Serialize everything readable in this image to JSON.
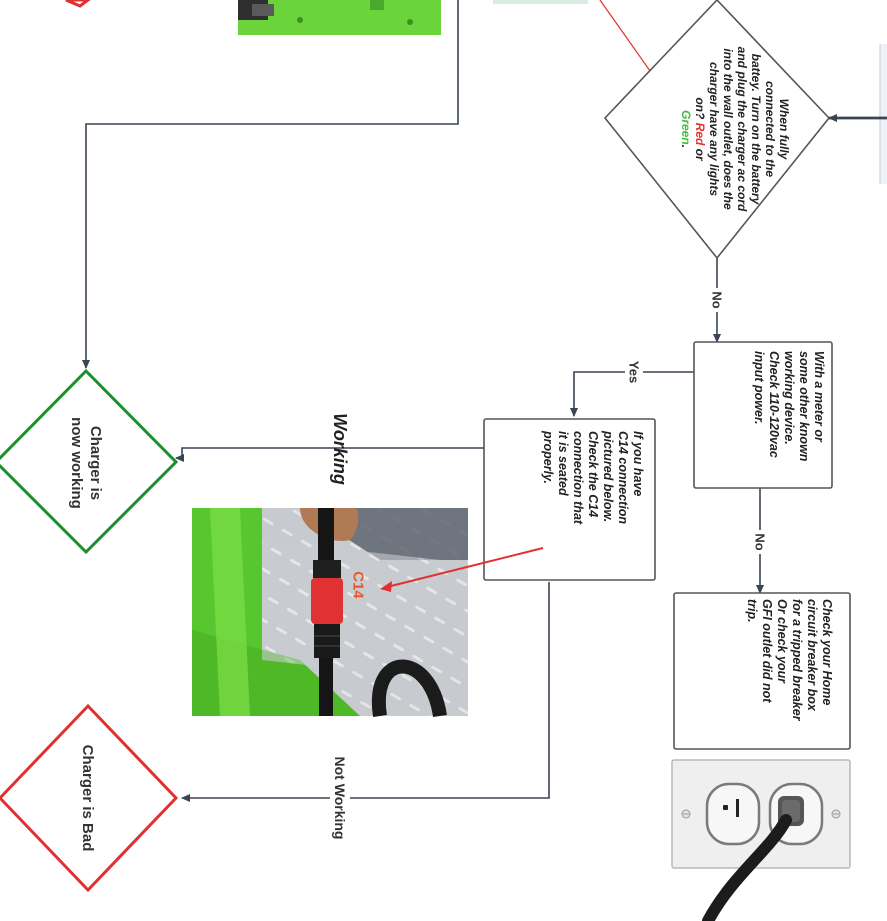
{
  "decision_main": {
    "lines": [
      "When fully",
      "connected to the",
      "battey. Turn on the battery",
      "and plug the charger ac cord",
      "into the wall outlet, does the",
      "charger have any lights"
    ],
    "last_prefix": "on?",
    "red_word": "Red",
    "or_word": "or",
    "green_word": "Green",
    "period": "."
  },
  "edges": {
    "no_1": "No",
    "no_2": "No",
    "yes": "Yes",
    "working": "Working",
    "not_working": "Not Working"
  },
  "box_meter": {
    "lines": [
      "With a meter or",
      "some other known",
      "working device.",
      "Check 110-120vac",
      "input power."
    ]
  },
  "box_breaker": {
    "lines": [
      "Check your Home",
      "circuit breaker box",
      "for a tripped breaker",
      "Or check your",
      "GFI outlet did not",
      "trip."
    ]
  },
  "box_c14": {
    "lines": [
      "If you have",
      "C14 connection",
      "pictured below.",
      "Check the C14",
      "connection that",
      "it is seated",
      "properly."
    ]
  },
  "photo_c14": {
    "label": "C14"
  },
  "result_good": {
    "lines": [
      "Charger is",
      "now working"
    ]
  },
  "result_bad": {
    "lines": [
      "Charger is Bad"
    ]
  },
  "colors": {
    "green_result": "#1e8f2e",
    "red_result": "#e03030",
    "connector": "#3a4452",
    "red_word": "#e03030",
    "green_word": "#3fbf3f"
  }
}
